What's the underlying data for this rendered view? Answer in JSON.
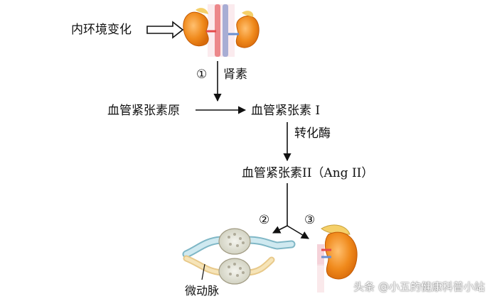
{
  "labels": {
    "env_change": "内环境变化",
    "step1_marker": "①",
    "step1_enzyme": "肾素",
    "angiotensinogen": "血管紧张素原",
    "angiotensin1": "血管紧张素 I",
    "converting_enzyme": "转化酶",
    "angiotensin2": "血管紧张素II（Ang II）",
    "step2_marker": "②",
    "step3_marker": "③",
    "arteriole": "微动脉"
  },
  "watermark": "头条 @小五的健康科普小站",
  "colors": {
    "kidney": "#f08a1c",
    "kidney_dark": "#d86a0a",
    "vessel": "#bfe0e8",
    "vessel_edge": "#7fb7c6",
    "adrenal": "#f5d06a",
    "artery": "#e44b4b",
    "vein": "#6a8fd0",
    "arrow": "#111111"
  }
}
